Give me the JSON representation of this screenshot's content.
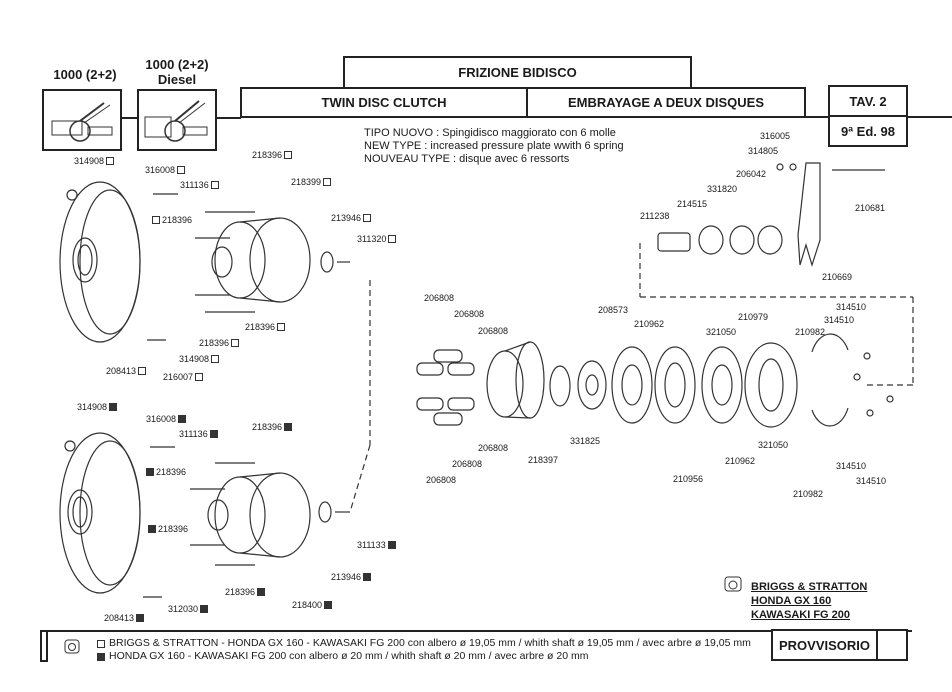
{
  "header": {
    "models": [
      {
        "label": "1000 (2+2)"
      },
      {
        "label": "1000 (2+2)\nDiesel"
      }
    ],
    "title_it": "FRIZIONE BIDISCO",
    "title_en": "TWIN DISC CLUTCH",
    "title_fr": "EMBRAYAGE A DEUX DISQUES",
    "table": "TAV. 2",
    "edition": "9ª Ed. 98"
  },
  "notes": [
    "TIPO NUOVO : Spingidisco maggiorato con 6 molle",
    "NEW TYPE : increased pressure plate wwith 6 spring",
    "NOUVEAU TYPE : disque avec 6 ressorts"
  ],
  "parts_upper": [
    {
      "code": "314908",
      "marker": "open"
    },
    {
      "code": "316008",
      "marker": "open"
    },
    {
      "code": "311136",
      "marker": "open"
    },
    {
      "code": "218396",
      "marker": "open"
    },
    {
      "code": "218399",
      "marker": "open"
    },
    {
      "code": "218396",
      "marker": "open"
    },
    {
      "code": "213946",
      "marker": "open"
    },
    {
      "code": "311320",
      "marker": "open"
    },
    {
      "code": "218396",
      "marker": "open"
    },
    {
      "code": "218396",
      "marker": "open"
    },
    {
      "code": "314908",
      "marker": "open"
    },
    {
      "code": "208413",
      "marker": "open"
    },
    {
      "code": "216007",
      "marker": "open"
    }
  ],
  "parts_lower": [
    {
      "code": "314908",
      "marker": "filled"
    },
    {
      "code": "316008",
      "marker": "filled"
    },
    {
      "code": "311136",
      "marker": "filled"
    },
    {
      "code": "218396",
      "marker": "filled"
    },
    {
      "code": "218396",
      "marker": "filled"
    },
    {
      "code": "218396",
      "marker": "filled"
    },
    {
      "code": "311133",
      "marker": "filled"
    },
    {
      "code": "213946",
      "marker": "filled"
    },
    {
      "code": "218396",
      "marker": "filled"
    },
    {
      "code": "218400",
      "marker": "filled"
    },
    {
      "code": "312030",
      "marker": "filled"
    },
    {
      "code": "208413",
      "marker": "filled"
    }
  ],
  "parts_center": [
    "206808",
    "206808",
    "206808",
    "206808",
    "206808",
    "206808",
    "208573",
    "210962",
    "218397",
    "331825",
    "210956"
  ],
  "parts_right": [
    "321050",
    "210979",
    "210982",
    "314510",
    "314510",
    "321050",
    "210962",
    "314510",
    "314510",
    "210982"
  ],
  "parts_fork": [
    "316005",
    "314805",
    "206042",
    "331820",
    "214515",
    "211238",
    "210681",
    "210669"
  ],
  "engines": [
    "BRIGGS & STRATTON",
    "HONDA GX 160",
    "KAWASAKI FG 200"
  ],
  "footer": {
    "line1": "BRIGGS & STRATTON - HONDA GX 160 - KAWASAKI FG 200 con albero ø 19,05 mm / whith shaft ø 19,05 mm / avec arbre ø 19,05 mm",
    "line2": "HONDA GX 160 - KAWASAKI FG 200 con albero ø 20 mm / whith shaft ø 20 mm / avec arbre ø 20 mm",
    "status": "PROVVISORIO"
  }
}
